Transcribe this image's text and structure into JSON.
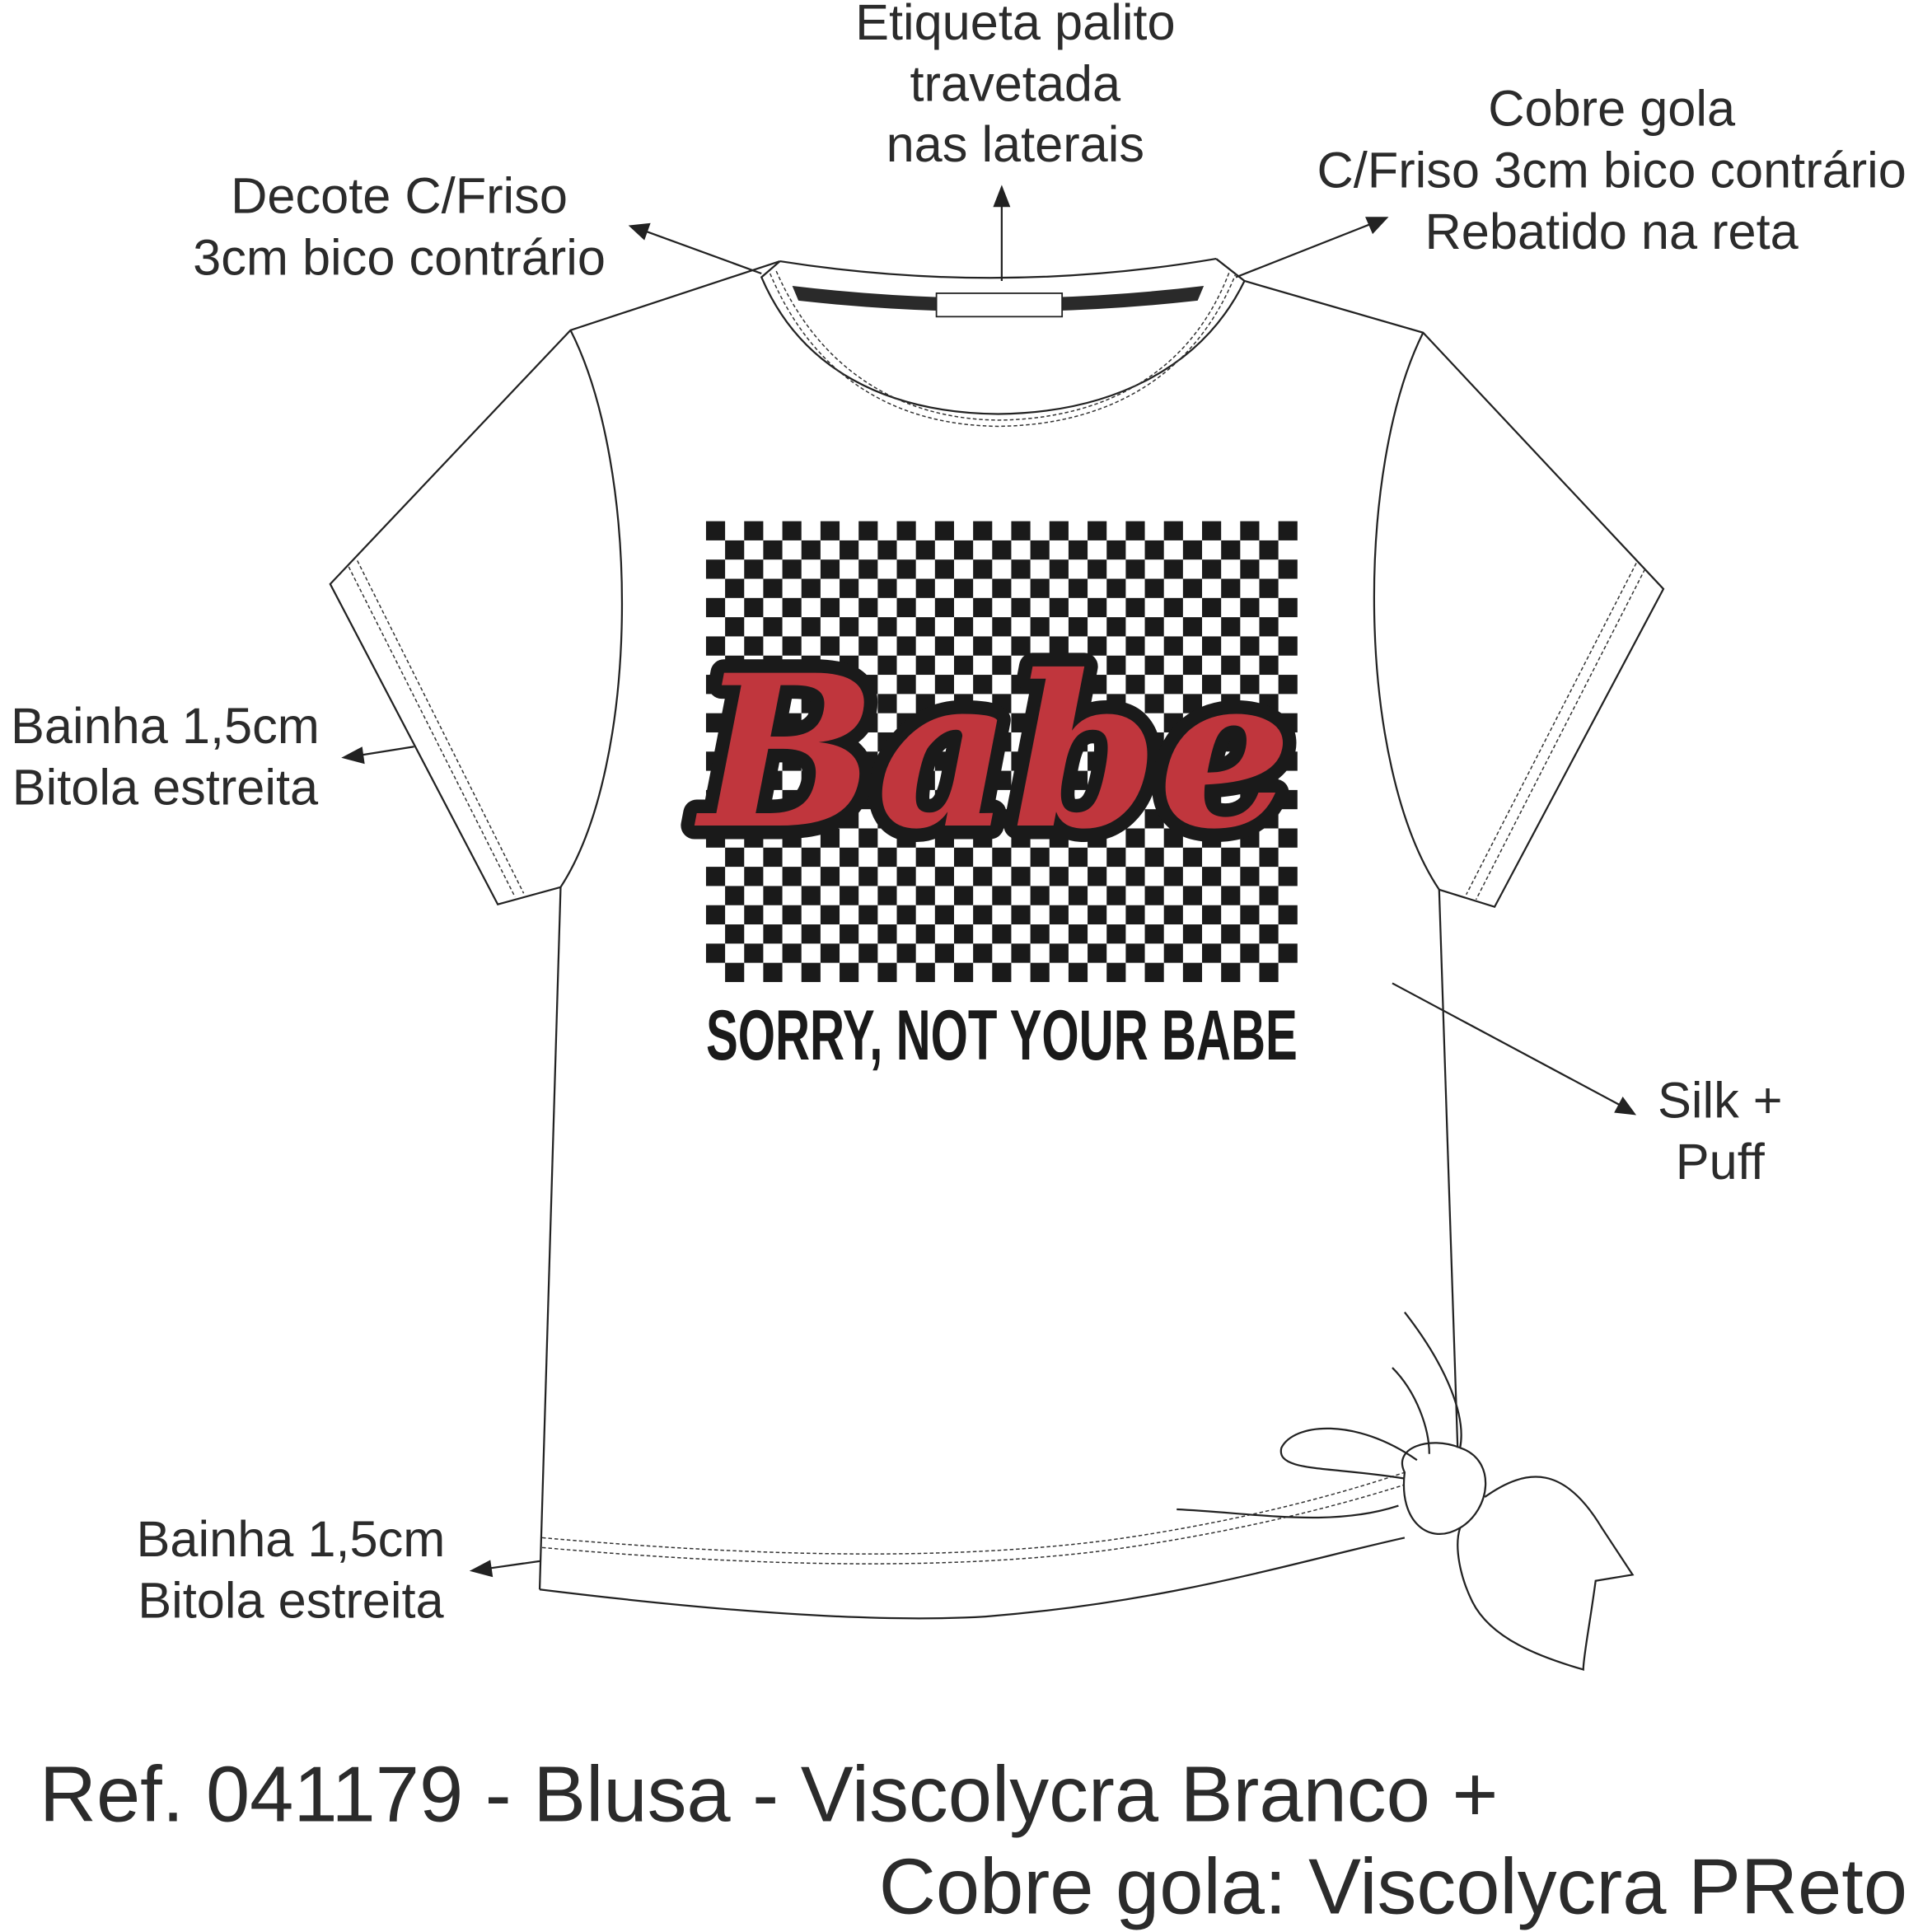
{
  "labels": {
    "etiqueta": [
      "Etiqueta palito",
      "travetada",
      "nas laterais"
    ],
    "decote": [
      "Decote C/Friso",
      "3cm bico contrário"
    ],
    "cobre_gola": [
      "Cobre gola",
      "C/Friso 3cm bico contrário",
      "Rebatido na reta"
    ],
    "bainha_manga": [
      "Bainha 1,5cm",
      "Bitola estreita"
    ],
    "silk": [
      "Silk +",
      "Puff"
    ],
    "bainha_barra": [
      "Bainha 1,5cm",
      "Bitola estreita"
    ]
  },
  "print": {
    "title": "Babe",
    "subtitle": "SORRY, NOT YOUR BABE",
    "title_color": "#c0363d",
    "checker_color": "#1a1a1a"
  },
  "reference": {
    "line1": "Ref. 041179 - Blusa - Viscolycra Branco +",
    "line2": "Cobre gola: Viscolycra PReto"
  }
}
